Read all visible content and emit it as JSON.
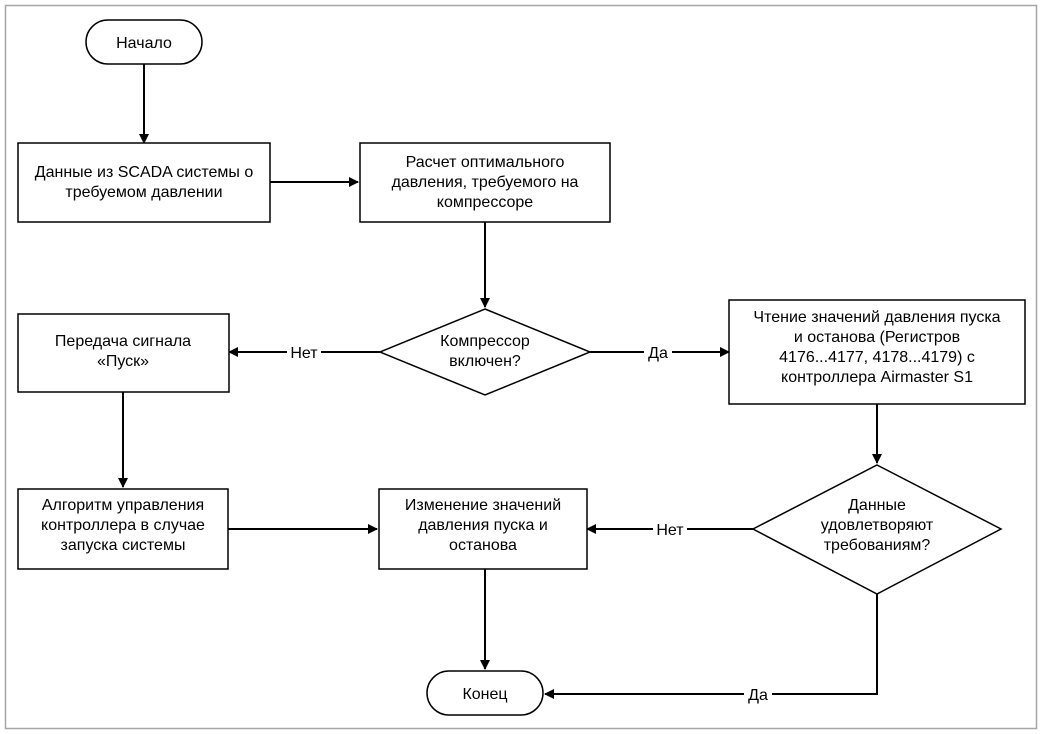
{
  "diagram": {
    "nodes": {
      "start": {
        "lines": [
          "Начало"
        ]
      },
      "scada": {
        "lines": [
          "Данные из SCADA системы о",
          "требуемом давлении"
        ]
      },
      "calc": {
        "lines": [
          "Расчет оптимального",
          "давления, требуемого на",
          "компрессоре"
        ]
      },
      "decision_on": {
        "lines": [
          "Компрессор",
          "включен?"
        ]
      },
      "send_start": {
        "lines": [
          "Передача сигнала",
          "«Пуск»"
        ]
      },
      "read_values": {
        "lines": [
          "Чтение значений давления пуска",
          "и останова (Регистров",
          "4176...4177, 4178...4179) с",
          "контроллера Airmaster S1"
        ]
      },
      "algorithm": {
        "lines": [
          "Алгоритм управления",
          "контроллера в случае",
          "запуска системы"
        ]
      },
      "change": {
        "lines": [
          "Изменение значений",
          "давления пуска и",
          "останова"
        ]
      },
      "decision_ok": {
        "lines": [
          "Данные",
          "удовлетворяют",
          "требованиям?"
        ]
      },
      "end": {
        "lines": [
          "Конец"
        ]
      }
    },
    "edge_labels": {
      "on_no": "Нет",
      "on_yes": "Да",
      "ok_no": "Нет",
      "ok_yes": "Да"
    }
  }
}
